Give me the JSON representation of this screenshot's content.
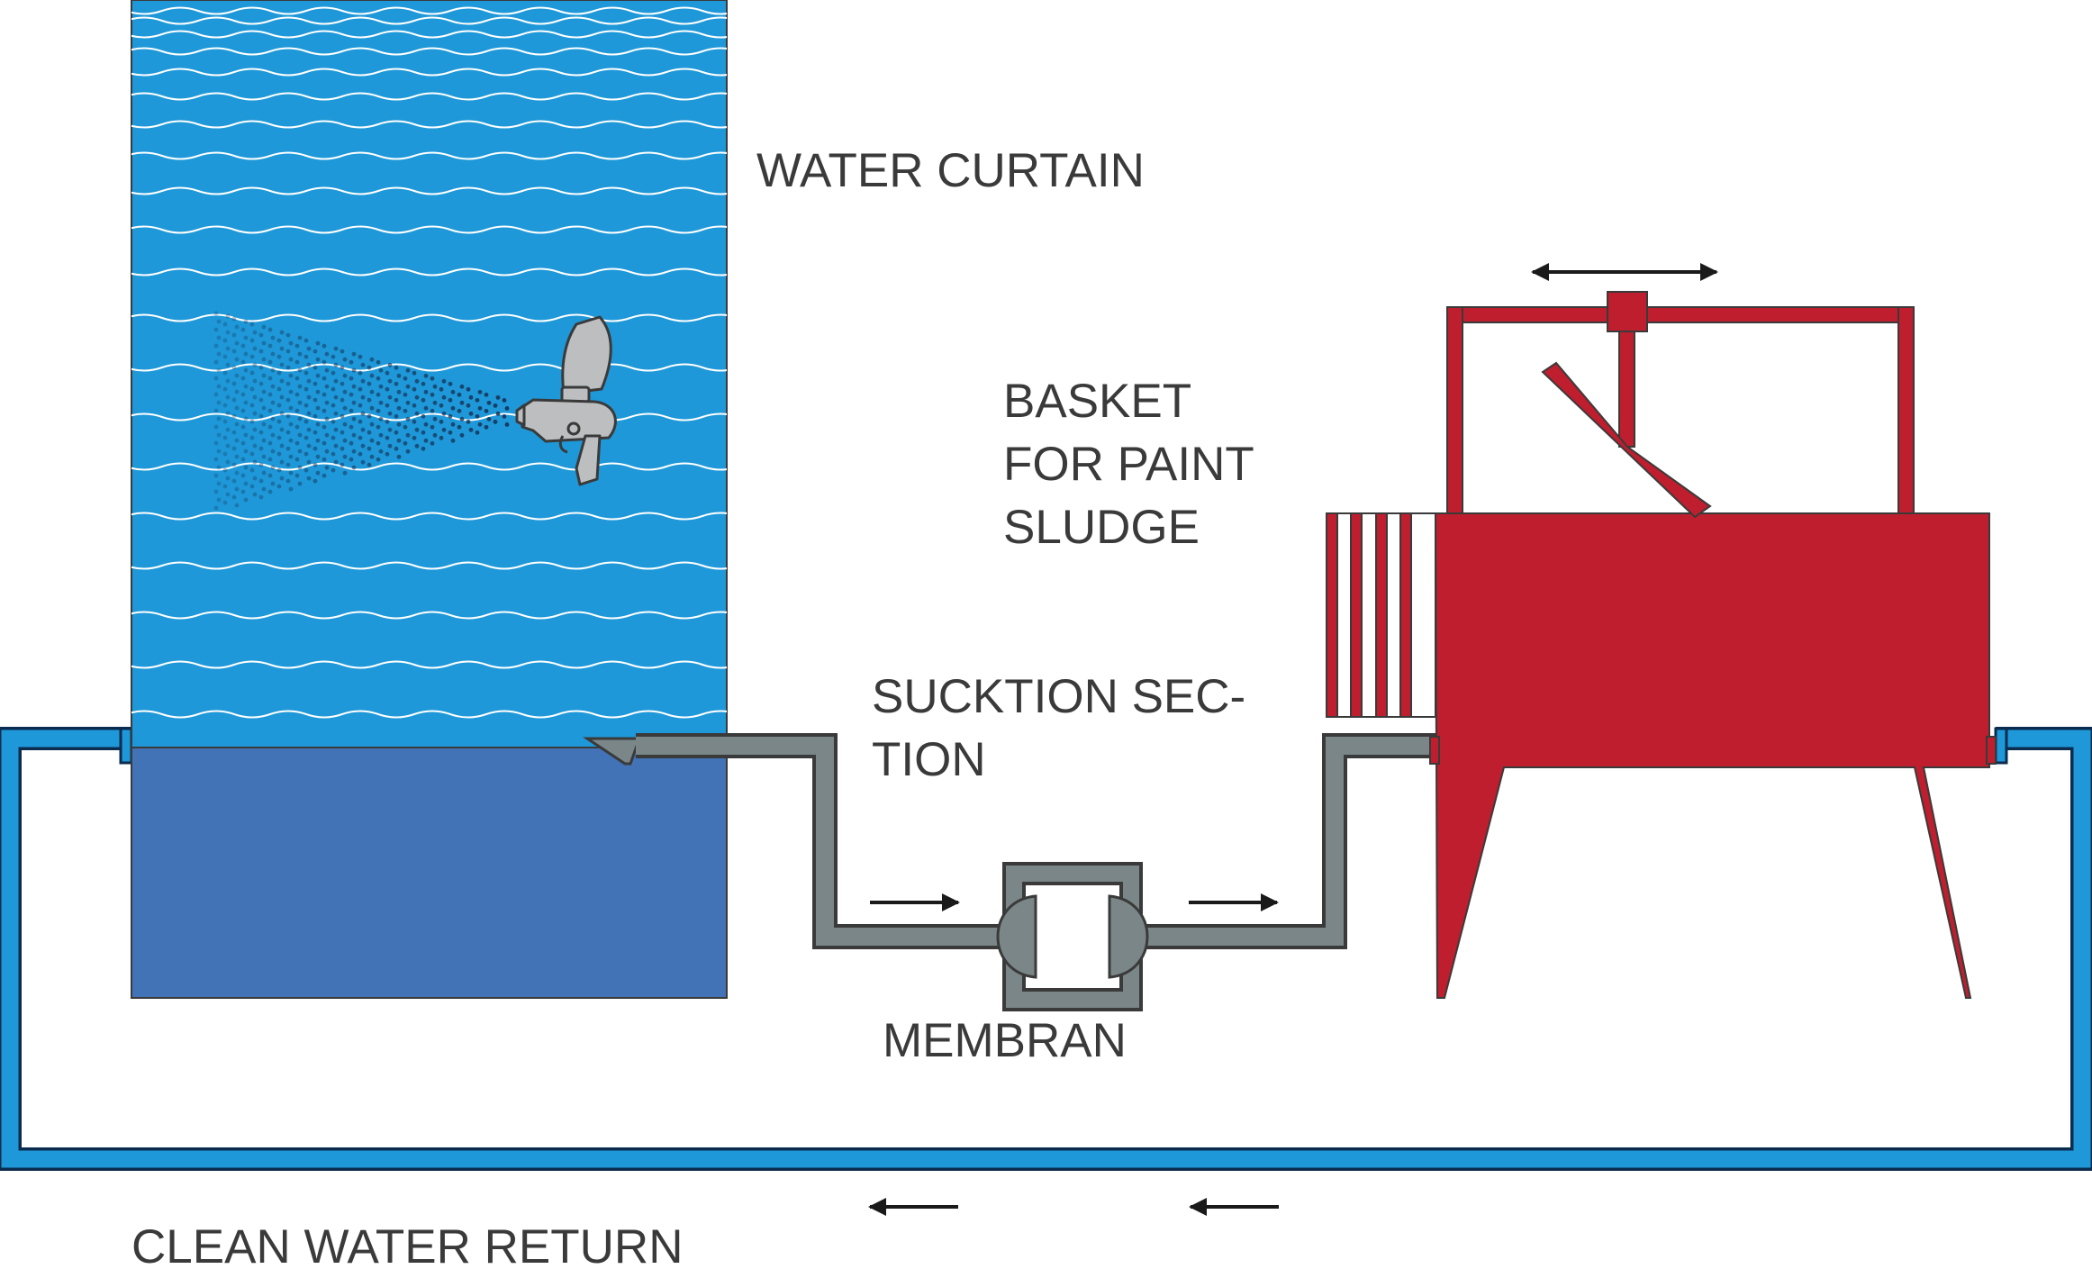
{
  "labels": {
    "water_curtain": "WATER CURTAIN",
    "basket_line1": "BASKET",
    "basket_line2": "FOR PAINT",
    "basket_line3": "SLUDGE",
    "suction_line1": "SUCKTION SEC-",
    "suction_line2": "TION",
    "membran": "MEMBRAN",
    "clean_water_return": "CLEAN WATER RETURN"
  },
  "colors": {
    "water_curtain": "#1e98d8",
    "water_tank": "#4273b6",
    "return_pipe": "#1e98d8",
    "suction_pipe": "#7a8687",
    "basket_tank": "#be1e2d",
    "arrows": "#1a1a1a",
    "text": "#3a3a3a"
  },
  "icons": {
    "spray_gun": "spray-gun-icon",
    "flow_arrow": "arrow-right",
    "return_arrow": "arrow-left",
    "motion_arrow": "double-arrow"
  }
}
